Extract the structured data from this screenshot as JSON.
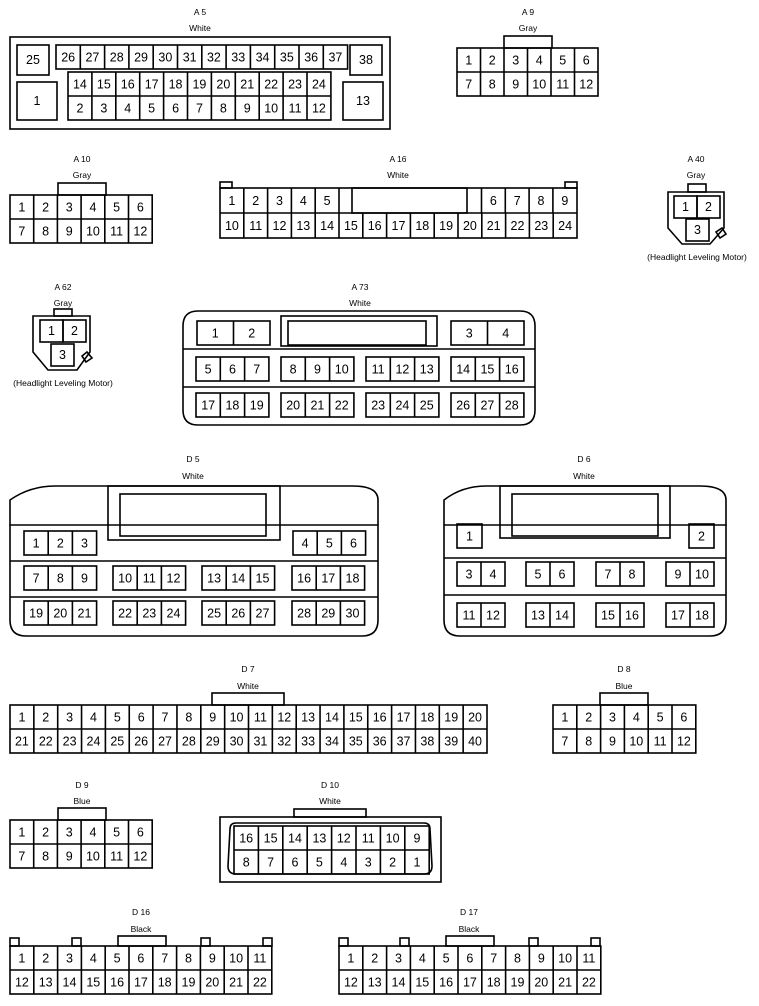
{
  "connectors": [
    {
      "id": "A5",
      "label": "A 5",
      "color": "White"
    },
    {
      "id": "A9",
      "label": "A 9",
      "color": "Gray"
    },
    {
      "id": "A10",
      "label": "A 10",
      "color": "Gray"
    },
    {
      "id": "A16",
      "label": "A 16",
      "color": "White"
    },
    {
      "id": "A40",
      "label": "A 40",
      "color": "Gray",
      "note": "(Headlight Leveling Motor)"
    },
    {
      "id": "A62",
      "label": "A 62",
      "color": "Gray",
      "note": "(Headlight Leveling Motor)"
    },
    {
      "id": "A73",
      "label": "A 73",
      "color": "White"
    },
    {
      "id": "D5",
      "label": "D 5",
      "color": "White"
    },
    {
      "id": "D6",
      "label": "D 6",
      "color": "White"
    },
    {
      "id": "D7",
      "label": "D 7",
      "color": "White"
    },
    {
      "id": "D8",
      "label": "D 8",
      "color": "Blue"
    },
    {
      "id": "D9",
      "label": "D 9",
      "color": "Blue"
    },
    {
      "id": "D10",
      "label": "D 10",
      "color": "White"
    },
    {
      "id": "D16",
      "label": "D 16",
      "color": "Black"
    },
    {
      "id": "D17",
      "label": "D 17",
      "color": "Black"
    }
  ],
  "pins": {
    "A5": {
      "top": [
        "26",
        "27",
        "28",
        "29",
        "30",
        "31",
        "32",
        "33",
        "34",
        "35",
        "36",
        "37"
      ],
      "mid": [
        "14",
        "15",
        "16",
        "17",
        "18",
        "19",
        "20",
        "21",
        "22",
        "23",
        "24"
      ],
      "bottom": [
        "2",
        "3",
        "4",
        "5",
        "6",
        "7",
        "8",
        "9",
        "10",
        "11",
        "12"
      ],
      "p25": "25",
      "p1": "1",
      "p38": "38",
      "p13": "13"
    },
    "A9": [
      [
        "1",
        "2",
        "3",
        "4",
        "5",
        "6"
      ],
      [
        "7",
        "8",
        "9",
        "10",
        "11",
        "12"
      ]
    ],
    "A10": [
      [
        "1",
        "2",
        "3",
        "4",
        "5",
        "6"
      ],
      [
        "7",
        "8",
        "9",
        "10",
        "11",
        "12"
      ]
    ],
    "A16": {
      "topLeft": [
        "1",
        "2",
        "3",
        "4",
        "5"
      ],
      "topRight": [
        "6",
        "7",
        "8",
        "9"
      ],
      "bottom": [
        "10",
        "11",
        "12",
        "13",
        "14",
        "15",
        "16",
        "17",
        "18",
        "19",
        "20",
        "21",
        "22",
        "23",
        "24"
      ]
    },
    "A40": [
      "1",
      "2",
      "3"
    ],
    "A62": [
      "1",
      "2",
      "3"
    ],
    "A73": {
      "row1": [
        [
          "1",
          "2"
        ],
        [
          "3",
          "4"
        ]
      ],
      "row2": [
        [
          "5",
          "6",
          "7"
        ],
        [
          "8",
          "9",
          "10"
        ],
        [
          "11",
          "12",
          "13"
        ],
        [
          "14",
          "15",
          "16"
        ]
      ],
      "row3": [
        [
          "17",
          "18",
          "19"
        ],
        [
          "20",
          "21",
          "22"
        ],
        [
          "23",
          "24",
          "25"
        ],
        [
          "26",
          "27",
          "28"
        ]
      ]
    },
    "D5": {
      "row1": [
        [
          "1",
          "2",
          "3"
        ],
        [
          "4",
          "5",
          "6"
        ]
      ],
      "row2": [
        [
          "7",
          "8",
          "9"
        ],
        [
          "10",
          "11",
          "12"
        ],
        [
          "13",
          "14",
          "15"
        ],
        [
          "16",
          "17",
          "18"
        ]
      ],
      "row3": [
        [
          "19",
          "20",
          "21"
        ],
        [
          "22",
          "23",
          "24"
        ],
        [
          "25",
          "26",
          "27"
        ],
        [
          "28",
          "29",
          "30"
        ]
      ]
    },
    "D6": {
      "row1": [
        [
          "1"
        ],
        [
          "2"
        ]
      ],
      "row2": [
        [
          "3",
          "4"
        ],
        [
          "5",
          "6"
        ],
        [
          "7",
          "8"
        ],
        [
          "9",
          "10"
        ]
      ],
      "row3": [
        [
          "11",
          "12"
        ],
        [
          "13",
          "14"
        ],
        [
          "15",
          "16"
        ],
        [
          "17",
          "18"
        ]
      ]
    },
    "D7": [
      [
        "1",
        "2",
        "3",
        "4",
        "5",
        "6",
        "7",
        "8",
        "9",
        "10",
        "11",
        "12",
        "13",
        "14",
        "15",
        "16",
        "17",
        "18",
        "19",
        "20"
      ],
      [
        "21",
        "22",
        "23",
        "24",
        "25",
        "26",
        "27",
        "28",
        "29",
        "30",
        "31",
        "32",
        "33",
        "34",
        "35",
        "36",
        "37",
        "38",
        "39",
        "40"
      ]
    ],
    "D8": [
      [
        "1",
        "2",
        "3",
        "4",
        "5",
        "6"
      ],
      [
        "7",
        "8",
        "9",
        "10",
        "11",
        "12"
      ]
    ],
    "D9": [
      [
        "1",
        "2",
        "3",
        "4",
        "5",
        "6"
      ],
      [
        "7",
        "8",
        "9",
        "10",
        "11",
        "12"
      ]
    ],
    "D10": [
      [
        "16",
        "15",
        "14",
        "13",
        "12",
        "11",
        "10",
        "9"
      ],
      [
        "8",
        "7",
        "6",
        "5",
        "4",
        "3",
        "2",
        "1"
      ]
    ],
    "D16": [
      [
        "1",
        "2",
        "3",
        "4",
        "5",
        "6",
        "7",
        "8",
        "9",
        "10",
        "11"
      ],
      [
        "12",
        "13",
        "14",
        "15",
        "16",
        "17",
        "18",
        "19",
        "20",
        "21",
        "22"
      ]
    ],
    "D17": [
      [
        "1",
        "2",
        "3",
        "4",
        "5",
        "6",
        "7",
        "8",
        "9",
        "10",
        "11"
      ],
      [
        "12",
        "13",
        "14",
        "15",
        "16",
        "17",
        "18",
        "19",
        "20",
        "21",
        "22"
      ]
    ]
  }
}
